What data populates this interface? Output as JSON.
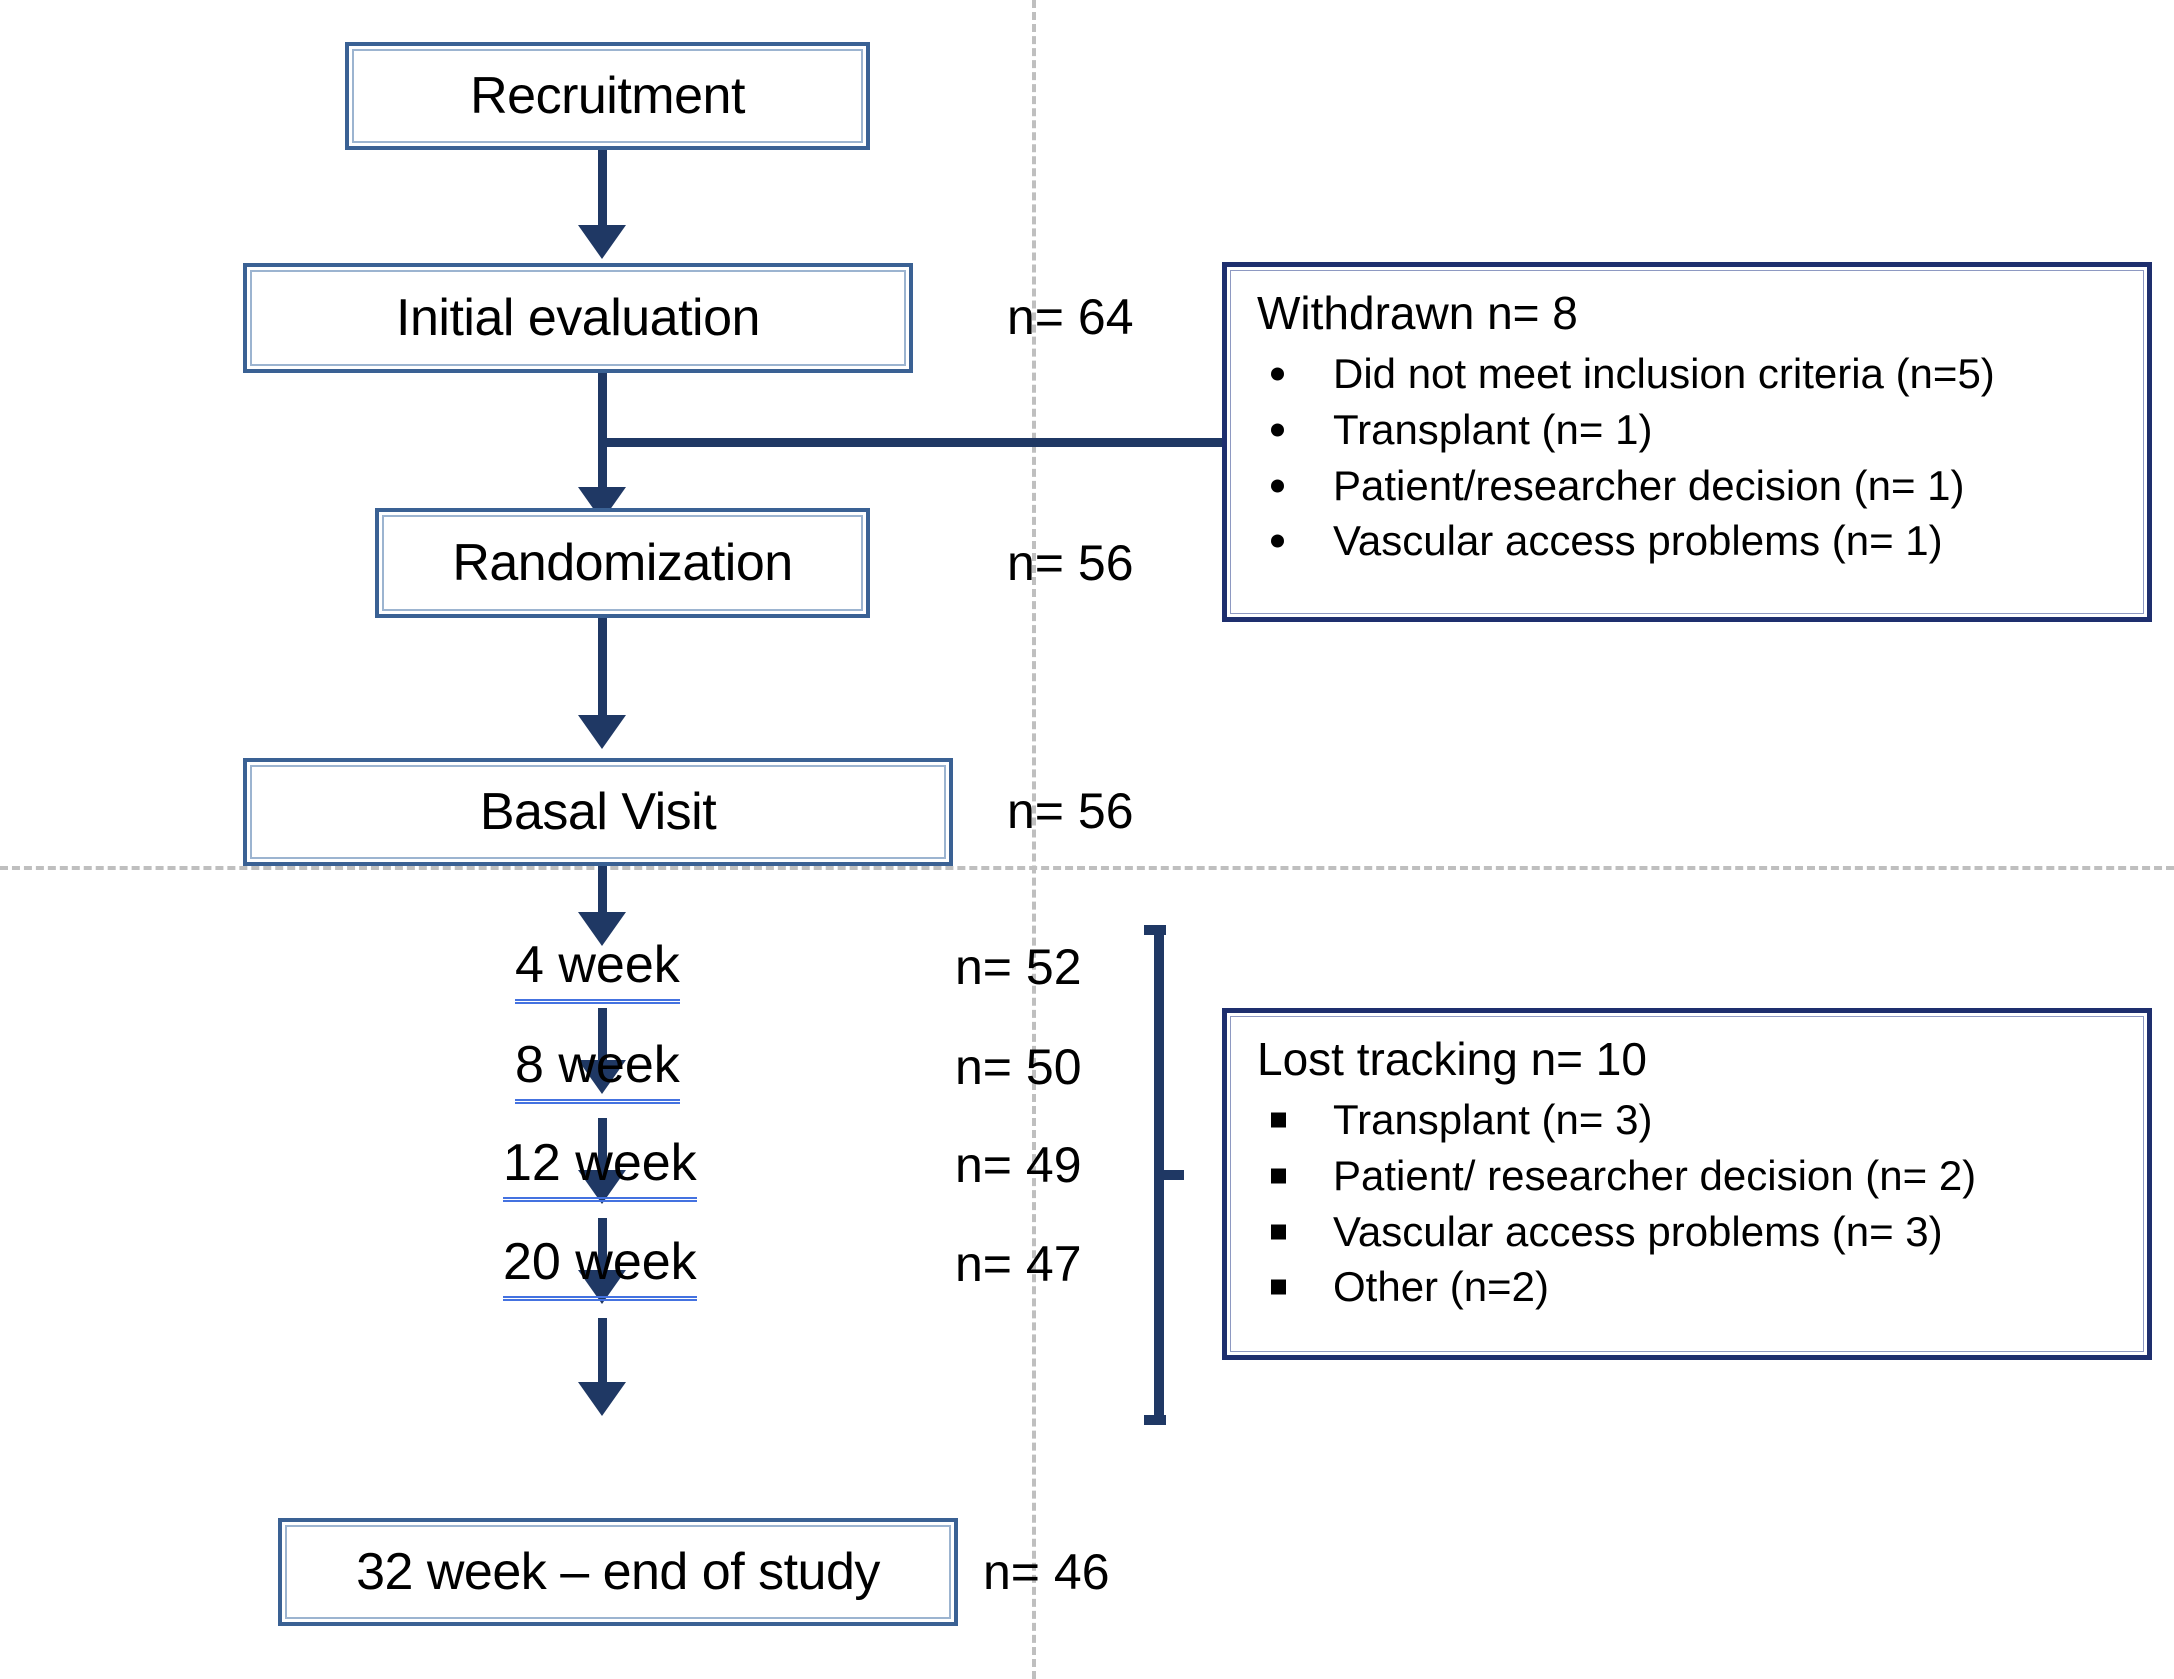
{
  "diagram": {
    "title": "CONSORT participant flow diagram",
    "colors": {
      "flowbox_border": "#3A6194",
      "note_border": "#1E2F6E",
      "connector": "#1F3864",
      "dashed_guide": "#BFBFBF",
      "visit_underline": "#4472E0"
    }
  },
  "nodes": {
    "recruitment": {
      "label": "Recruitment"
    },
    "initial_evaluation": {
      "label": "Initial evaluation",
      "n": "n= 64"
    },
    "randomization": {
      "label": "Randomization",
      "n": "n= 56"
    },
    "basal_visit": {
      "label": "Basal Visit",
      "n": "n= 56"
    },
    "end_of_study": {
      "label": "32 week – end of study",
      "n": "n= 46"
    }
  },
  "visits": [
    {
      "label": "4 week",
      "n": "n= 52"
    },
    {
      "label": "8 week",
      "n": "n= 50"
    },
    {
      "label": "12 week",
      "n": "n= 49"
    },
    {
      "label": "20 week",
      "n": "n= 47"
    }
  ],
  "withdrawn": {
    "title": "Withdrawn n= 8",
    "items": [
      "Did not meet inclusion criteria (n=5)",
      "Transplant (n= 1)",
      "Patient/researcher decision (n= 1)",
      "Vascular access problems (n= 1)"
    ]
  },
  "lost_tracking": {
    "title": "Lost tracking n= 10",
    "items": [
      "Transplant (n= 3)",
      "Patient/ researcher decision (n= 2)",
      "Vascular access problems (n= 3)",
      "Other (n=2)"
    ]
  }
}
